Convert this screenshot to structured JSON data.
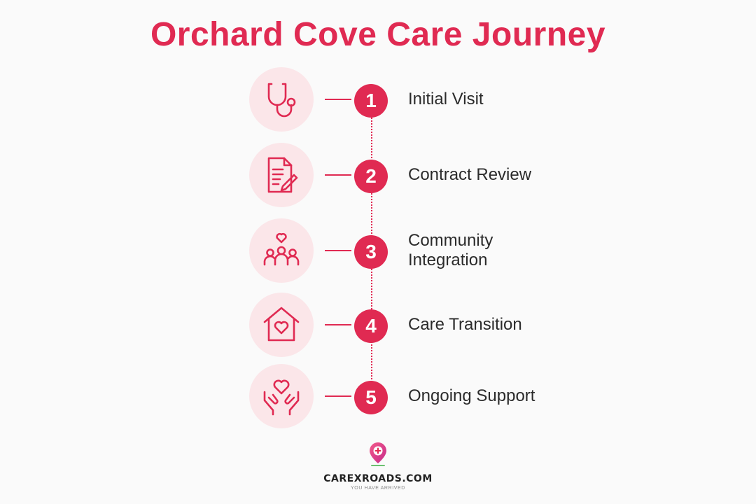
{
  "title": "Orchard Cove Care Journey",
  "colors": {
    "accent": "#e02a52",
    "icon_bg": "#fbe6e9",
    "text": "#2b2b2b"
  },
  "steps": [
    {
      "number": "1",
      "label": "Initial Visit",
      "icon": "stethoscope-icon"
    },
    {
      "number": "2",
      "label": "Contract Review",
      "icon": "document-pen-icon"
    },
    {
      "number": "3",
      "label": "Community Integration",
      "icon": "community-heart-icon"
    },
    {
      "number": "4",
      "label": "Care Transition",
      "icon": "house-heart-icon"
    },
    {
      "number": "5",
      "label": "Ongoing Support",
      "icon": "hands-heart-icon"
    }
  ],
  "logo": {
    "name": "CAREXROADS.COM",
    "tagline": "YOU HAVE ARRIVED",
    "icon": "map-pin-plus-icon"
  }
}
